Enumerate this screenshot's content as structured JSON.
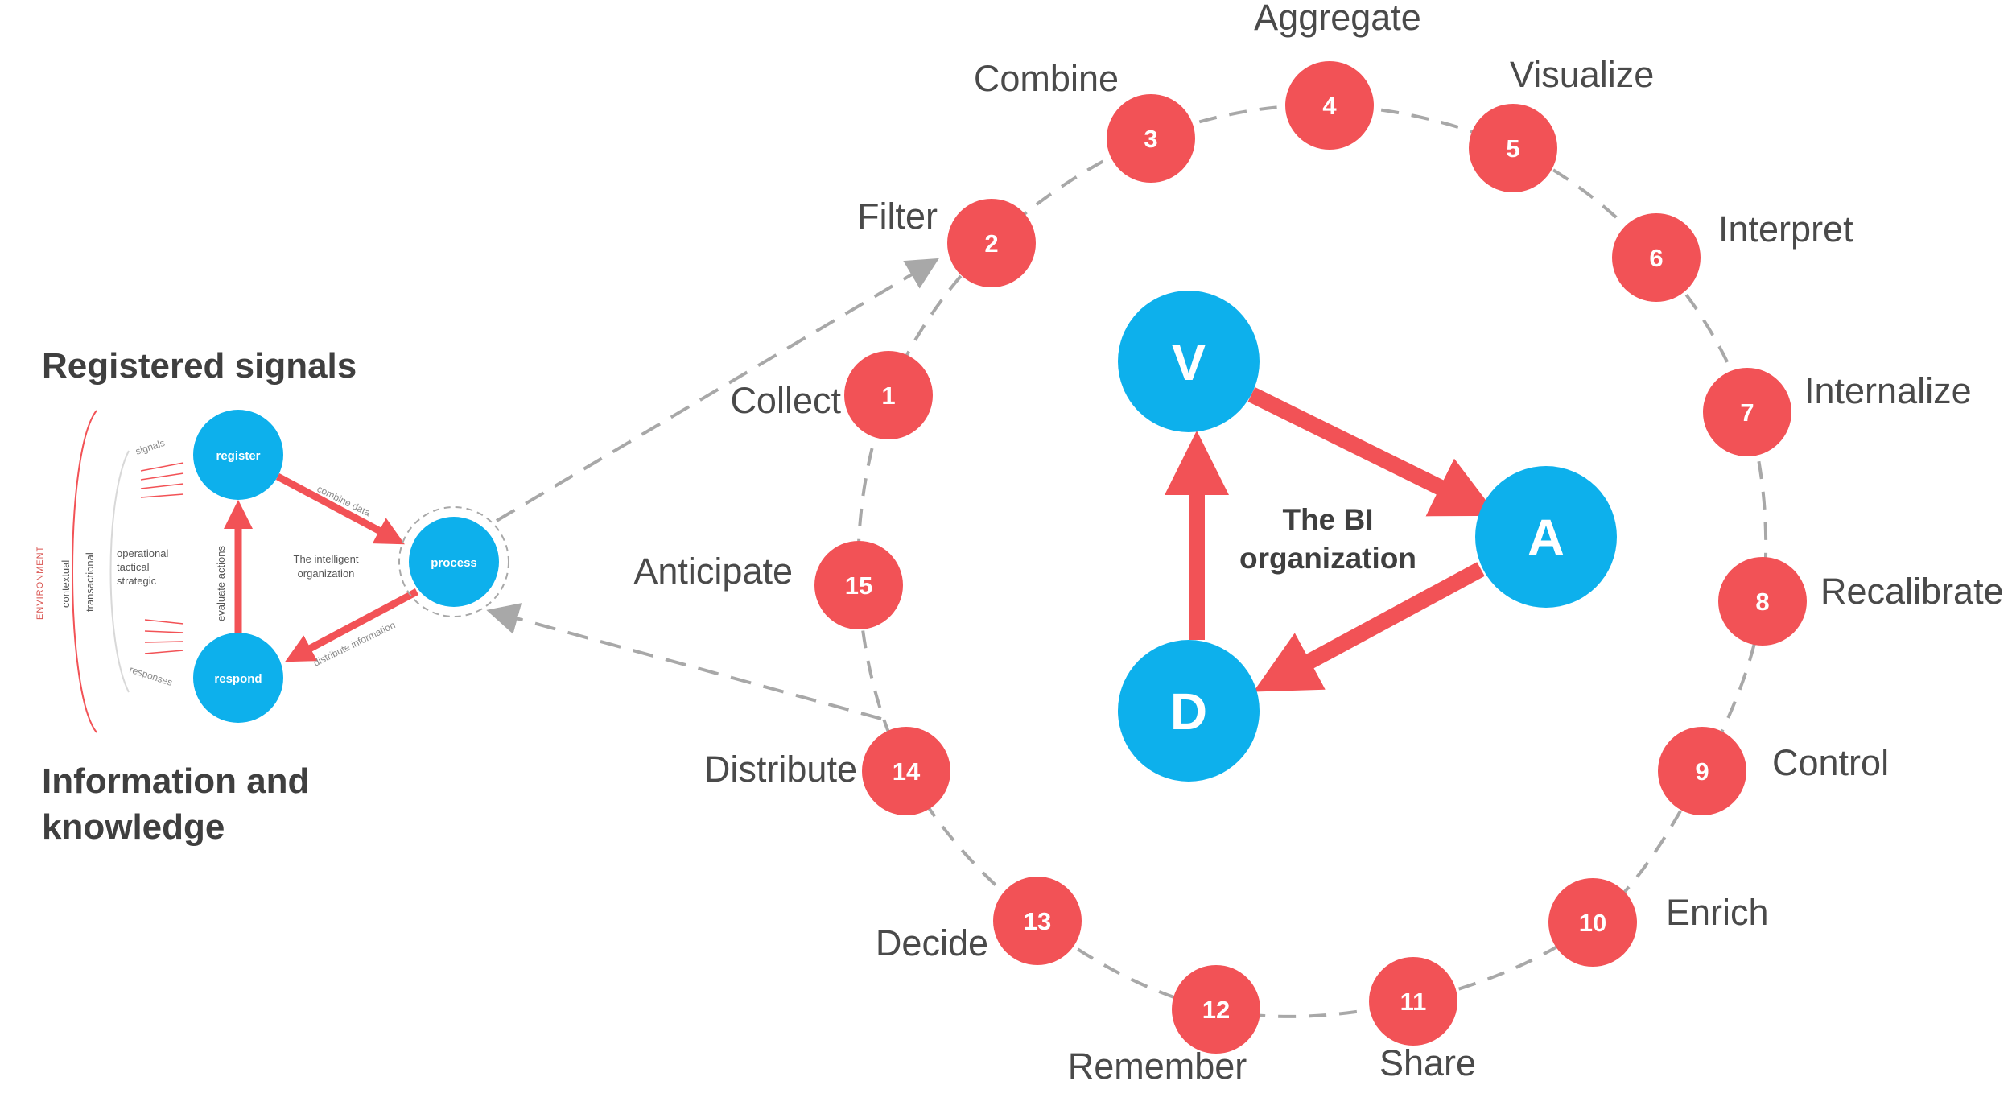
{
  "colors": {
    "red": "#f25256",
    "blue": "#0db0ec",
    "gray": "#a8a8a8",
    "text": "#4a4a4a"
  },
  "left": {
    "heading_top": "Registered signals",
    "heading_bottom_1": "Information and",
    "heading_bottom_2": "knowledge",
    "nodes": {
      "register": "register",
      "process": "process",
      "respond": "respond"
    },
    "center_1": "The intelligent",
    "center_2": "organization",
    "arrow_labels": {
      "combine": "combine data",
      "evaluate": "evaluate actions",
      "distribute": "distribute information"
    },
    "levels": [
      "operational",
      "tactical",
      "strategic"
    ],
    "environment": "ENVIRONMENT",
    "contextual": "contextual",
    "transactional": "transactional",
    "signals": "signals",
    "responses": "responses"
  },
  "center": {
    "title_1": "The BI",
    "title_2": "organization",
    "v": "V",
    "a": "A",
    "d": "D"
  },
  "steps": [
    {
      "n": "1",
      "label": "Collect"
    },
    {
      "n": "2",
      "label": "Filter"
    },
    {
      "n": "3",
      "label": "Combine"
    },
    {
      "n": "4",
      "label": "Aggregate"
    },
    {
      "n": "5",
      "label": "Visualize"
    },
    {
      "n": "6",
      "label": "Interpret"
    },
    {
      "n": "7",
      "label": "Internalize"
    },
    {
      "n": "8",
      "label": "Recalibrate"
    },
    {
      "n": "9",
      "label": "Control"
    },
    {
      "n": "10",
      "label": "Enrich"
    },
    {
      "n": "11",
      "label": "Share"
    },
    {
      "n": "12",
      "label": "Remember"
    },
    {
      "n": "13",
      "label": "Decide"
    },
    {
      "n": "14",
      "label": "Distribute"
    },
    {
      "n": "15",
      "label": "Anticipate"
    }
  ]
}
